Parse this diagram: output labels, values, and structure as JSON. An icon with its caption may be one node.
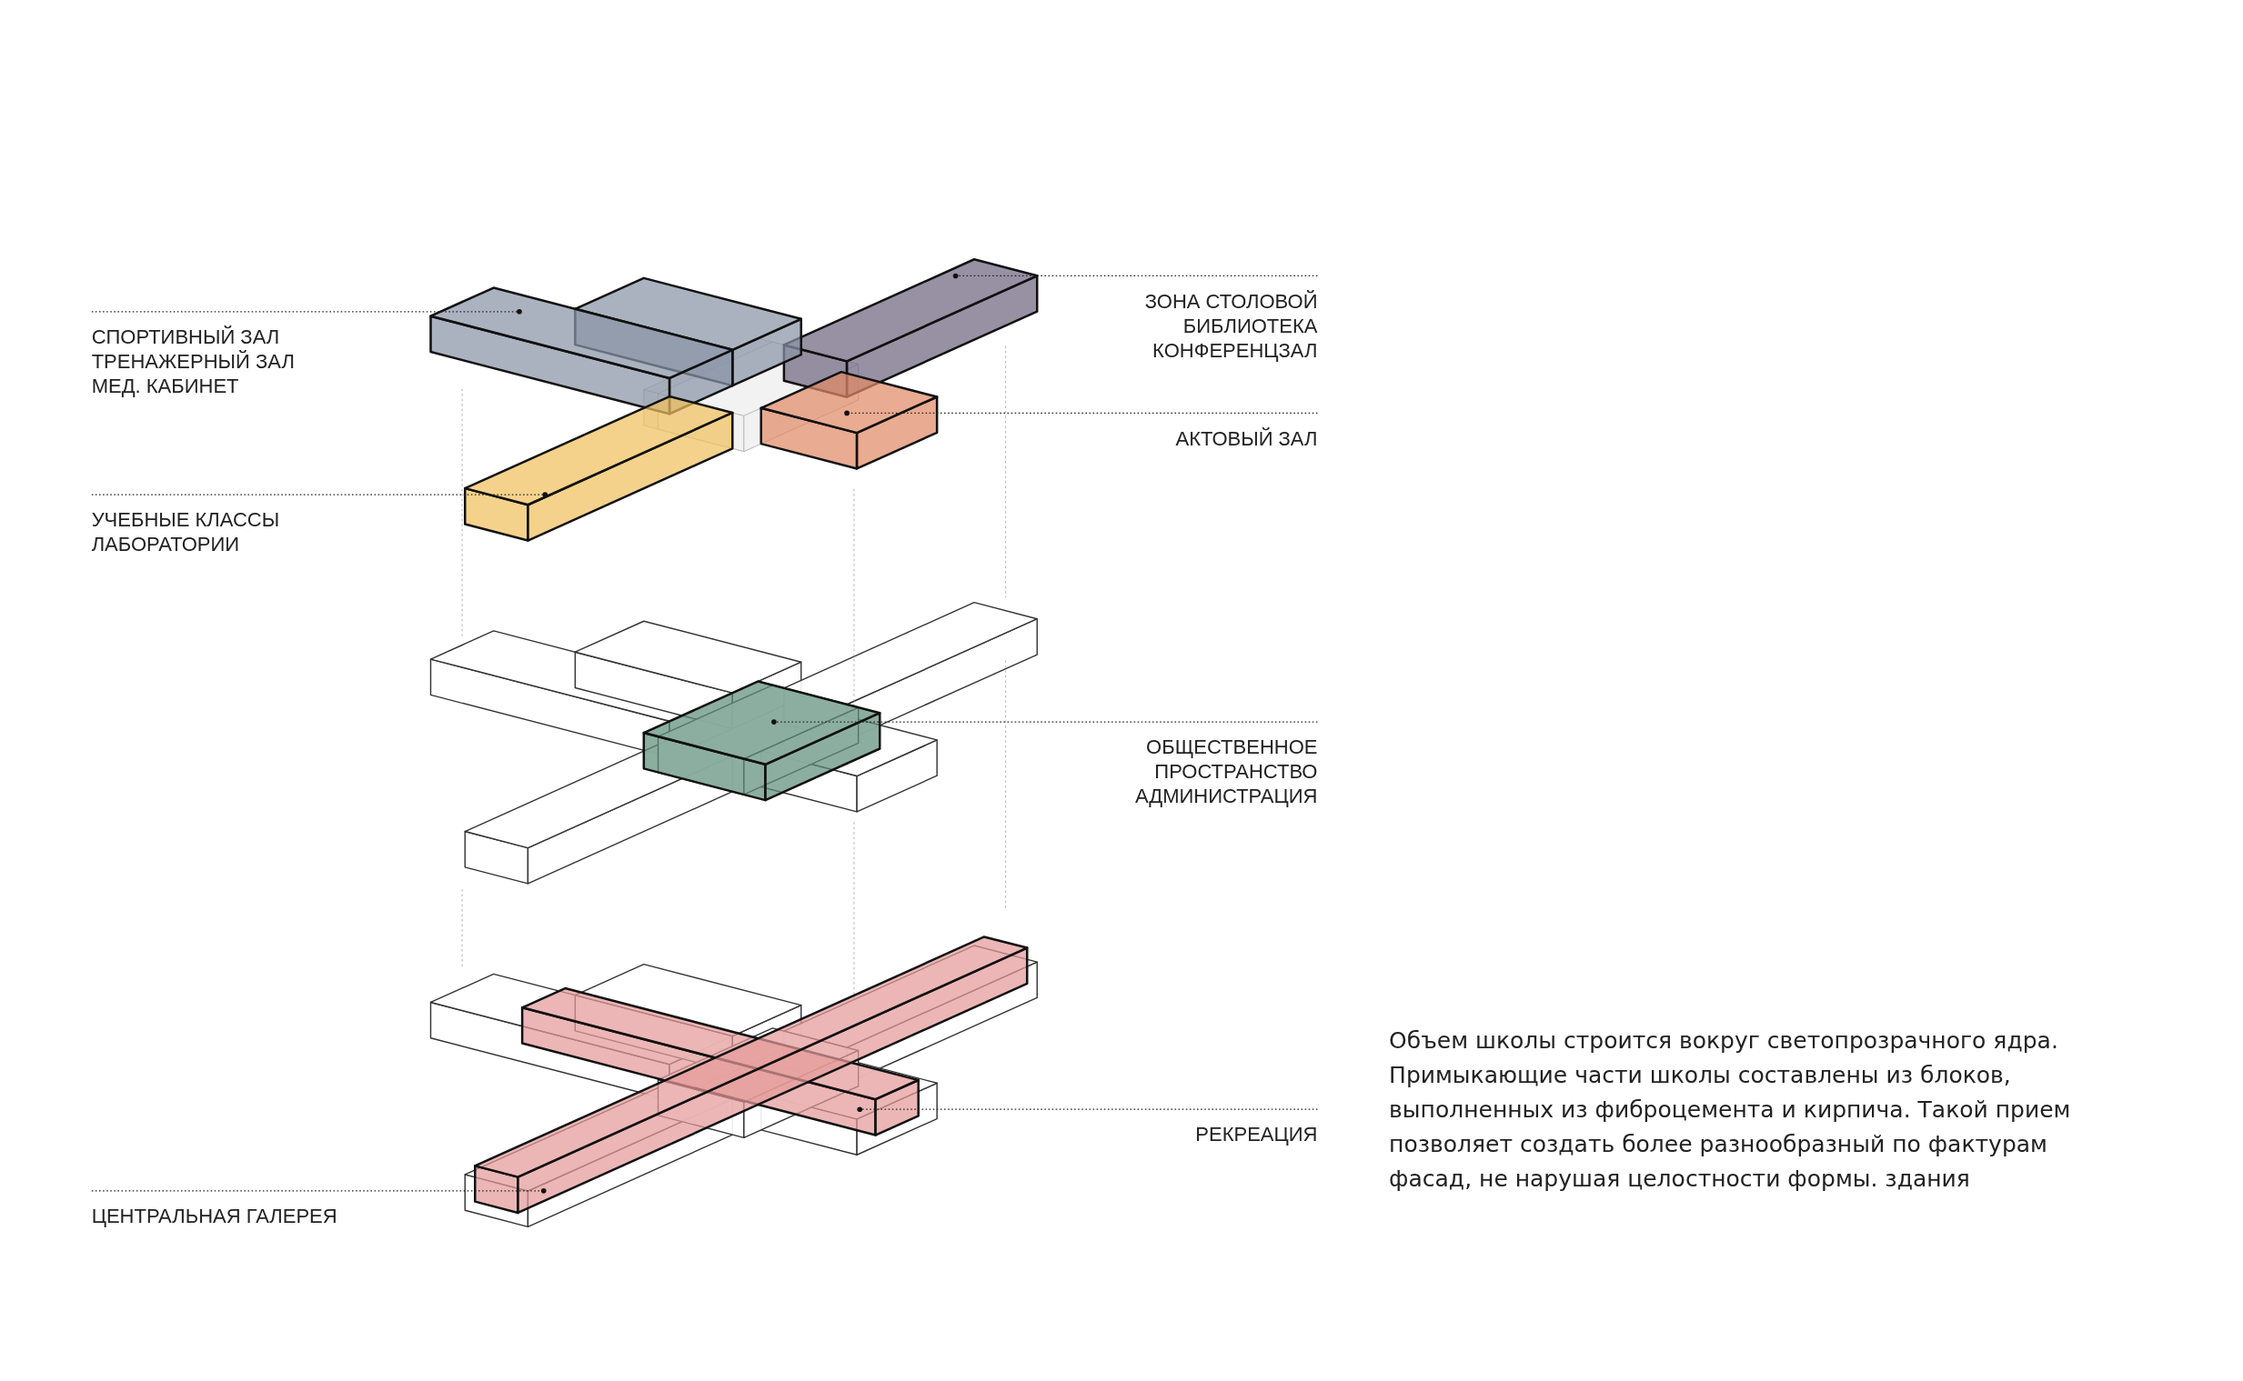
{
  "diagram": {
    "nodes": [
      {
        "text": [
          "ЗОНА СТОЛОВОЙ",
          "БИБЛИОТЕКА",
          "КОНФЕРЕНЦЗАЛ"
        ]
      },
      {
        "text": [],
        "shape": "box"
      },
      {
        "text": [
          "СПОРТИВНЫЙ ЗАЛ",
          "ТРЕНАЖЕРНЫЙ ЗАЛ",
          "МЕД. КАБИНЕТ"
        ]
      },
      {
        "text": [],
        "shape": "box"
      },
      {
        "text": [
          "АКТОВЫЙ ЗАЛ"
        ]
      },
      {
        "text": [],
        "shape": "box"
      },
      {
        "text": [
          "УЧЕБНЫЕ КЛАССЫ",
          "ЛАБОРАТОРИИ"
        ]
      },
      {
        "text": [],
        "shape": "box"
      },
      {
        "text": [
          "ОБЩЕСТВЕННОЕ",
          "ПРОСТРАНСТВО",
          "АДМИНИСТРАЦИЯ"
        ]
      },
      {
        "text": [],
        "shape": "box"
      },
      {
        "text": [
          "РЕКРЕАЦИЯ"
        ]
      },
      {
        "text": [],
        "shape": "box"
      },
      {
        "text": [
          "ЦЕНТРАЛЬНАЯ ГАЛЕРЕЯ"
        ]
      }
    ],
    "edges": [
      {
        "from": 0,
        "to": 1,
        "arrow": "other"
      },
      {
        "from": 2,
        "to": 3,
        "arrow": "other"
      },
      {
        "from": 4,
        "to": 5,
        "arrow": "other"
      },
      {
        "from": 6,
        "to": 7,
        "arrow": "other"
      },
      {
        "from": 8,
        "to": 9,
        "arrow": "other"
      },
      {
        "from": 10,
        "to": 11,
        "arrow": "other"
      },
      {
        "from": 12,
        "to": 11,
        "arrow": "other"
      }
    ],
    "labels": [
      "Объем школы строится вокруг светопрозрачного ядра. Примыкающие части школы составлены из блоков, выполненных из фиброцемента и кирпича. Такой прием позволяет создать более разнообразный по фактурам фасад, не нарушая целостности формы. здания"
    ]
  }
}
